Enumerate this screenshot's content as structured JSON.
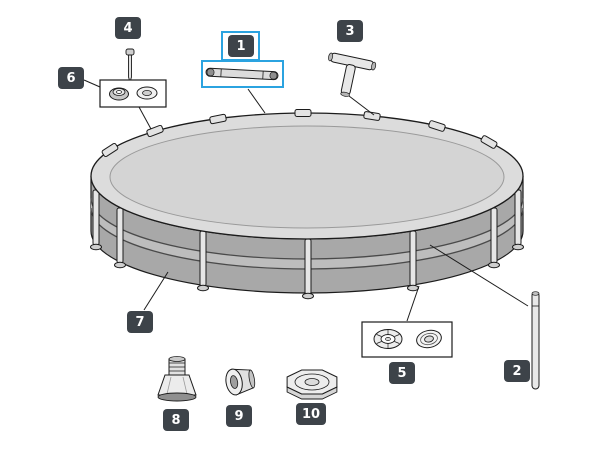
{
  "diagram": {
    "selected_part": "1",
    "colors": {
      "highlight": "#2BA3E0",
      "badge_bg": "#3D4349",
      "badge_text": "#FFFFFF",
      "outline": "#1C1C1C",
      "pool_top": "#DCDCDC",
      "pool_wall": "#A8A8A8"
    },
    "parts": [
      {
        "id": "1",
        "name": "horizontal-top-rail",
        "selected": true
      },
      {
        "id": "2",
        "name": "vertical-leg-pipe",
        "selected": false
      },
      {
        "id": "3",
        "name": "t-joint-connector",
        "selected": false
      },
      {
        "id": "4",
        "name": "locking-pin",
        "selected": false
      },
      {
        "id": "5",
        "name": "cap-and-washer-set",
        "selected": false
      },
      {
        "id": "6",
        "name": "seal-washer-set",
        "selected": false
      },
      {
        "id": "7",
        "name": "pool-wall-liner",
        "selected": false
      },
      {
        "id": "8",
        "name": "drain-valve",
        "selected": false
      },
      {
        "id": "9",
        "name": "drain-fitting",
        "selected": false
      },
      {
        "id": "10",
        "name": "drain-cap",
        "selected": false
      }
    ]
  }
}
